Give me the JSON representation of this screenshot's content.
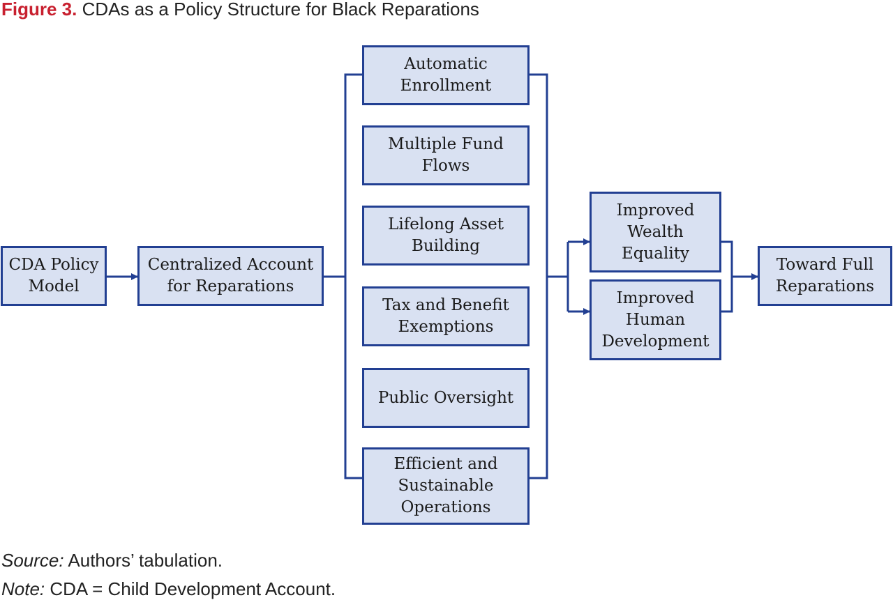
{
  "figure": {
    "label": "Figure 3.",
    "title": "CDAs as a Policy Structure for Black Reparations"
  },
  "nodes": {
    "model": "CDA Policy\nModel",
    "central": "Centralized Account\nfor Reparations",
    "features": [
      "Automatic\nEnrollment",
      "Multiple Fund\nFlows",
      "Lifelong Asset\nBuilding",
      "Tax and Benefit\nExemptions",
      "Public Oversight",
      "Efficient and\nSustainable\nOperations"
    ],
    "outcomes": [
      "Improved\nWealth\nEquality",
      "Improved\nHuman\nDevelopment"
    ],
    "goal": "Toward Full\nReparations"
  },
  "footer": {
    "source_label": "Source:",
    "source_text": " Authors’ tabulation.",
    "note_label": "Note:",
    "note_text": " CDA = Child Development Account."
  },
  "colors": {
    "box_fill": "#d9e1f2",
    "stroke": "#223f92",
    "figure_label": "#c8202f"
  }
}
